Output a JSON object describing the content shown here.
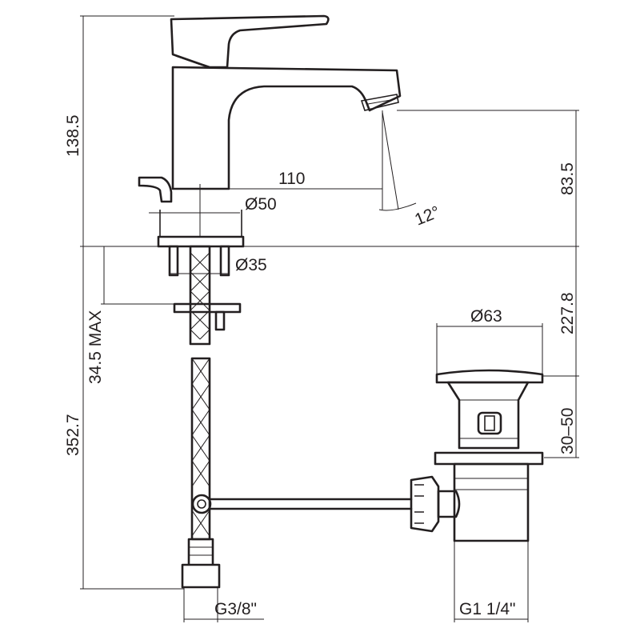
{
  "dimensions": {
    "total_height": "138.5",
    "spout_reach": "110",
    "base_diameter": "Ø50",
    "spout_height": "83.5",
    "spout_angle": "12°",
    "shank_diameter": "Ø35",
    "max_counter_thickness": "34.5 MAX",
    "hose_length": "352.7",
    "drain_diameter": "Ø63",
    "drain_height": "227.8",
    "drain_range": "30–50",
    "supply_thread": "G3/8\"",
    "drain_thread": "G1 1/4\""
  },
  "colors": {
    "line": "#231f20",
    "background": "#ffffff"
  }
}
